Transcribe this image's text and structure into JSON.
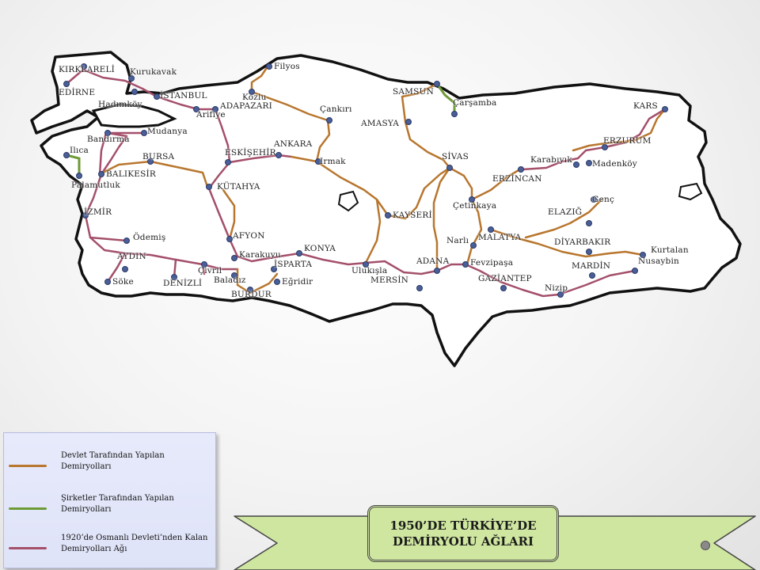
{
  "map": {
    "route_colors": {
      "state": "#b8762e",
      "company": "#6e9a36",
      "ottoman": "#a4506a"
    },
    "cities": [
      {
        "name": "KIRKLARELİ",
        "kind": "upper"
      },
      {
        "name": "Kurukavak",
        "kind": "mixed"
      },
      {
        "name": "EDİRNE",
        "kind": "upper"
      },
      {
        "name": "Hadımköy",
        "kind": "mixed"
      },
      {
        "name": "İSTANBUL",
        "kind": "upper"
      },
      {
        "name": "ADAPAZARI",
        "kind": "upper"
      },
      {
        "name": "Arifiye",
        "kind": "mixed"
      },
      {
        "name": "Kozlu",
        "kind": "mixed"
      },
      {
        "name": "Filyos",
        "kind": "mixed"
      },
      {
        "name": "Çankırı",
        "kind": "mixed"
      },
      {
        "name": "SAMSUN",
        "kind": "upper"
      },
      {
        "name": "Çarşamba",
        "kind": "mixed"
      },
      {
        "name": "AMASYA",
        "kind": "upper"
      },
      {
        "name": "KARS",
        "kind": "upper"
      },
      {
        "name": "ERZURUM",
        "kind": "upper"
      },
      {
        "name": "Karabıyık",
        "kind": "mixed"
      },
      {
        "name": "Madenköy",
        "kind": "mixed"
      },
      {
        "name": "ERZİNCAN",
        "kind": "upper"
      },
      {
        "name": "SİVAS",
        "kind": "upper"
      },
      {
        "name": "Bandırma",
        "kind": "mixed"
      },
      {
        "name": "Mudanya",
        "kind": "mixed"
      },
      {
        "name": "Ilıca",
        "kind": "mixed"
      },
      {
        "name": "BURSA",
        "kind": "upper"
      },
      {
        "name": "ESKİŞEHİR",
        "kind": "upper"
      },
      {
        "name": "ANKARA",
        "kind": "upper"
      },
      {
        "name": "Irmak",
        "kind": "mixed"
      },
      {
        "name": "BALIKESİR",
        "kind": "upper"
      },
      {
        "name": "Palamutluk",
        "kind": "mixed"
      },
      {
        "name": "KÜTAHYA",
        "kind": "upper"
      },
      {
        "name": "KAYSERİ",
        "kind": "upper"
      },
      {
        "name": "Çetinkaya",
        "kind": "mixed"
      },
      {
        "name": "Genç",
        "kind": "mixed"
      },
      {
        "name": "ELAZIĞ",
        "kind": "upper"
      },
      {
        "name": "İZMİR",
        "kind": "upper"
      },
      {
        "name": "Ödemiş",
        "kind": "mixed"
      },
      {
        "name": "AFYON",
        "kind": "upper"
      },
      {
        "name": "KONYA",
        "kind": "upper"
      },
      {
        "name": "Narlı",
        "kind": "mixed"
      },
      {
        "name": "MALATYA",
        "kind": "upper"
      },
      {
        "name": "DİYARBAKIR",
        "kind": "upper"
      },
      {
        "name": "Kurtalan",
        "kind": "mixed"
      },
      {
        "name": "Nusaybin",
        "kind": "mixed"
      },
      {
        "name": "AYDIN",
        "kind": "upper"
      },
      {
        "name": "Karakuyu",
        "kind": "mixed"
      },
      {
        "name": "Çivril",
        "kind": "mixed"
      },
      {
        "name": "İSPARTA",
        "kind": "upper"
      },
      {
        "name": "Baladız",
        "kind": "mixed"
      },
      {
        "name": "Eğridir",
        "kind": "mixed"
      },
      {
        "name": "BURDUR",
        "kind": "upper"
      },
      {
        "name": "Söke",
        "kind": "mixed"
      },
      {
        "name": "DENİZLİ",
        "kind": "upper"
      },
      {
        "name": "Ulukışla",
        "kind": "mixed"
      },
      {
        "name": "ADANA",
        "kind": "upper"
      },
      {
        "name": "MERSİN",
        "kind": "upper"
      },
      {
        "name": "Fevzipaşa",
        "kind": "mixed"
      },
      {
        "name": "GAZİANTEP",
        "kind": "upper"
      },
      {
        "name": "Nizip",
        "kind": "mixed"
      },
      {
        "name": "MARDİN",
        "kind": "upper"
      }
    ]
  },
  "legend": {
    "items": [
      {
        "label": "Devlet Tarafından Yapılan Demiryolları",
        "color": "#b8762e"
      },
      {
        "label": "Şirketler Tarafından Yapılan Demiryolları",
        "color": "#6e9a36"
      },
      {
        "label": "1920’de Osmanlı Devleti’nden Kalan Demiryolları Ağı",
        "color": "#a4506a"
      }
    ]
  },
  "banner": {
    "title_line1": "1950’DE TÜRKİYE’DE",
    "title_line2": "DEMİRYOLU AĞLARI",
    "fill": "#cfe6a0"
  }
}
